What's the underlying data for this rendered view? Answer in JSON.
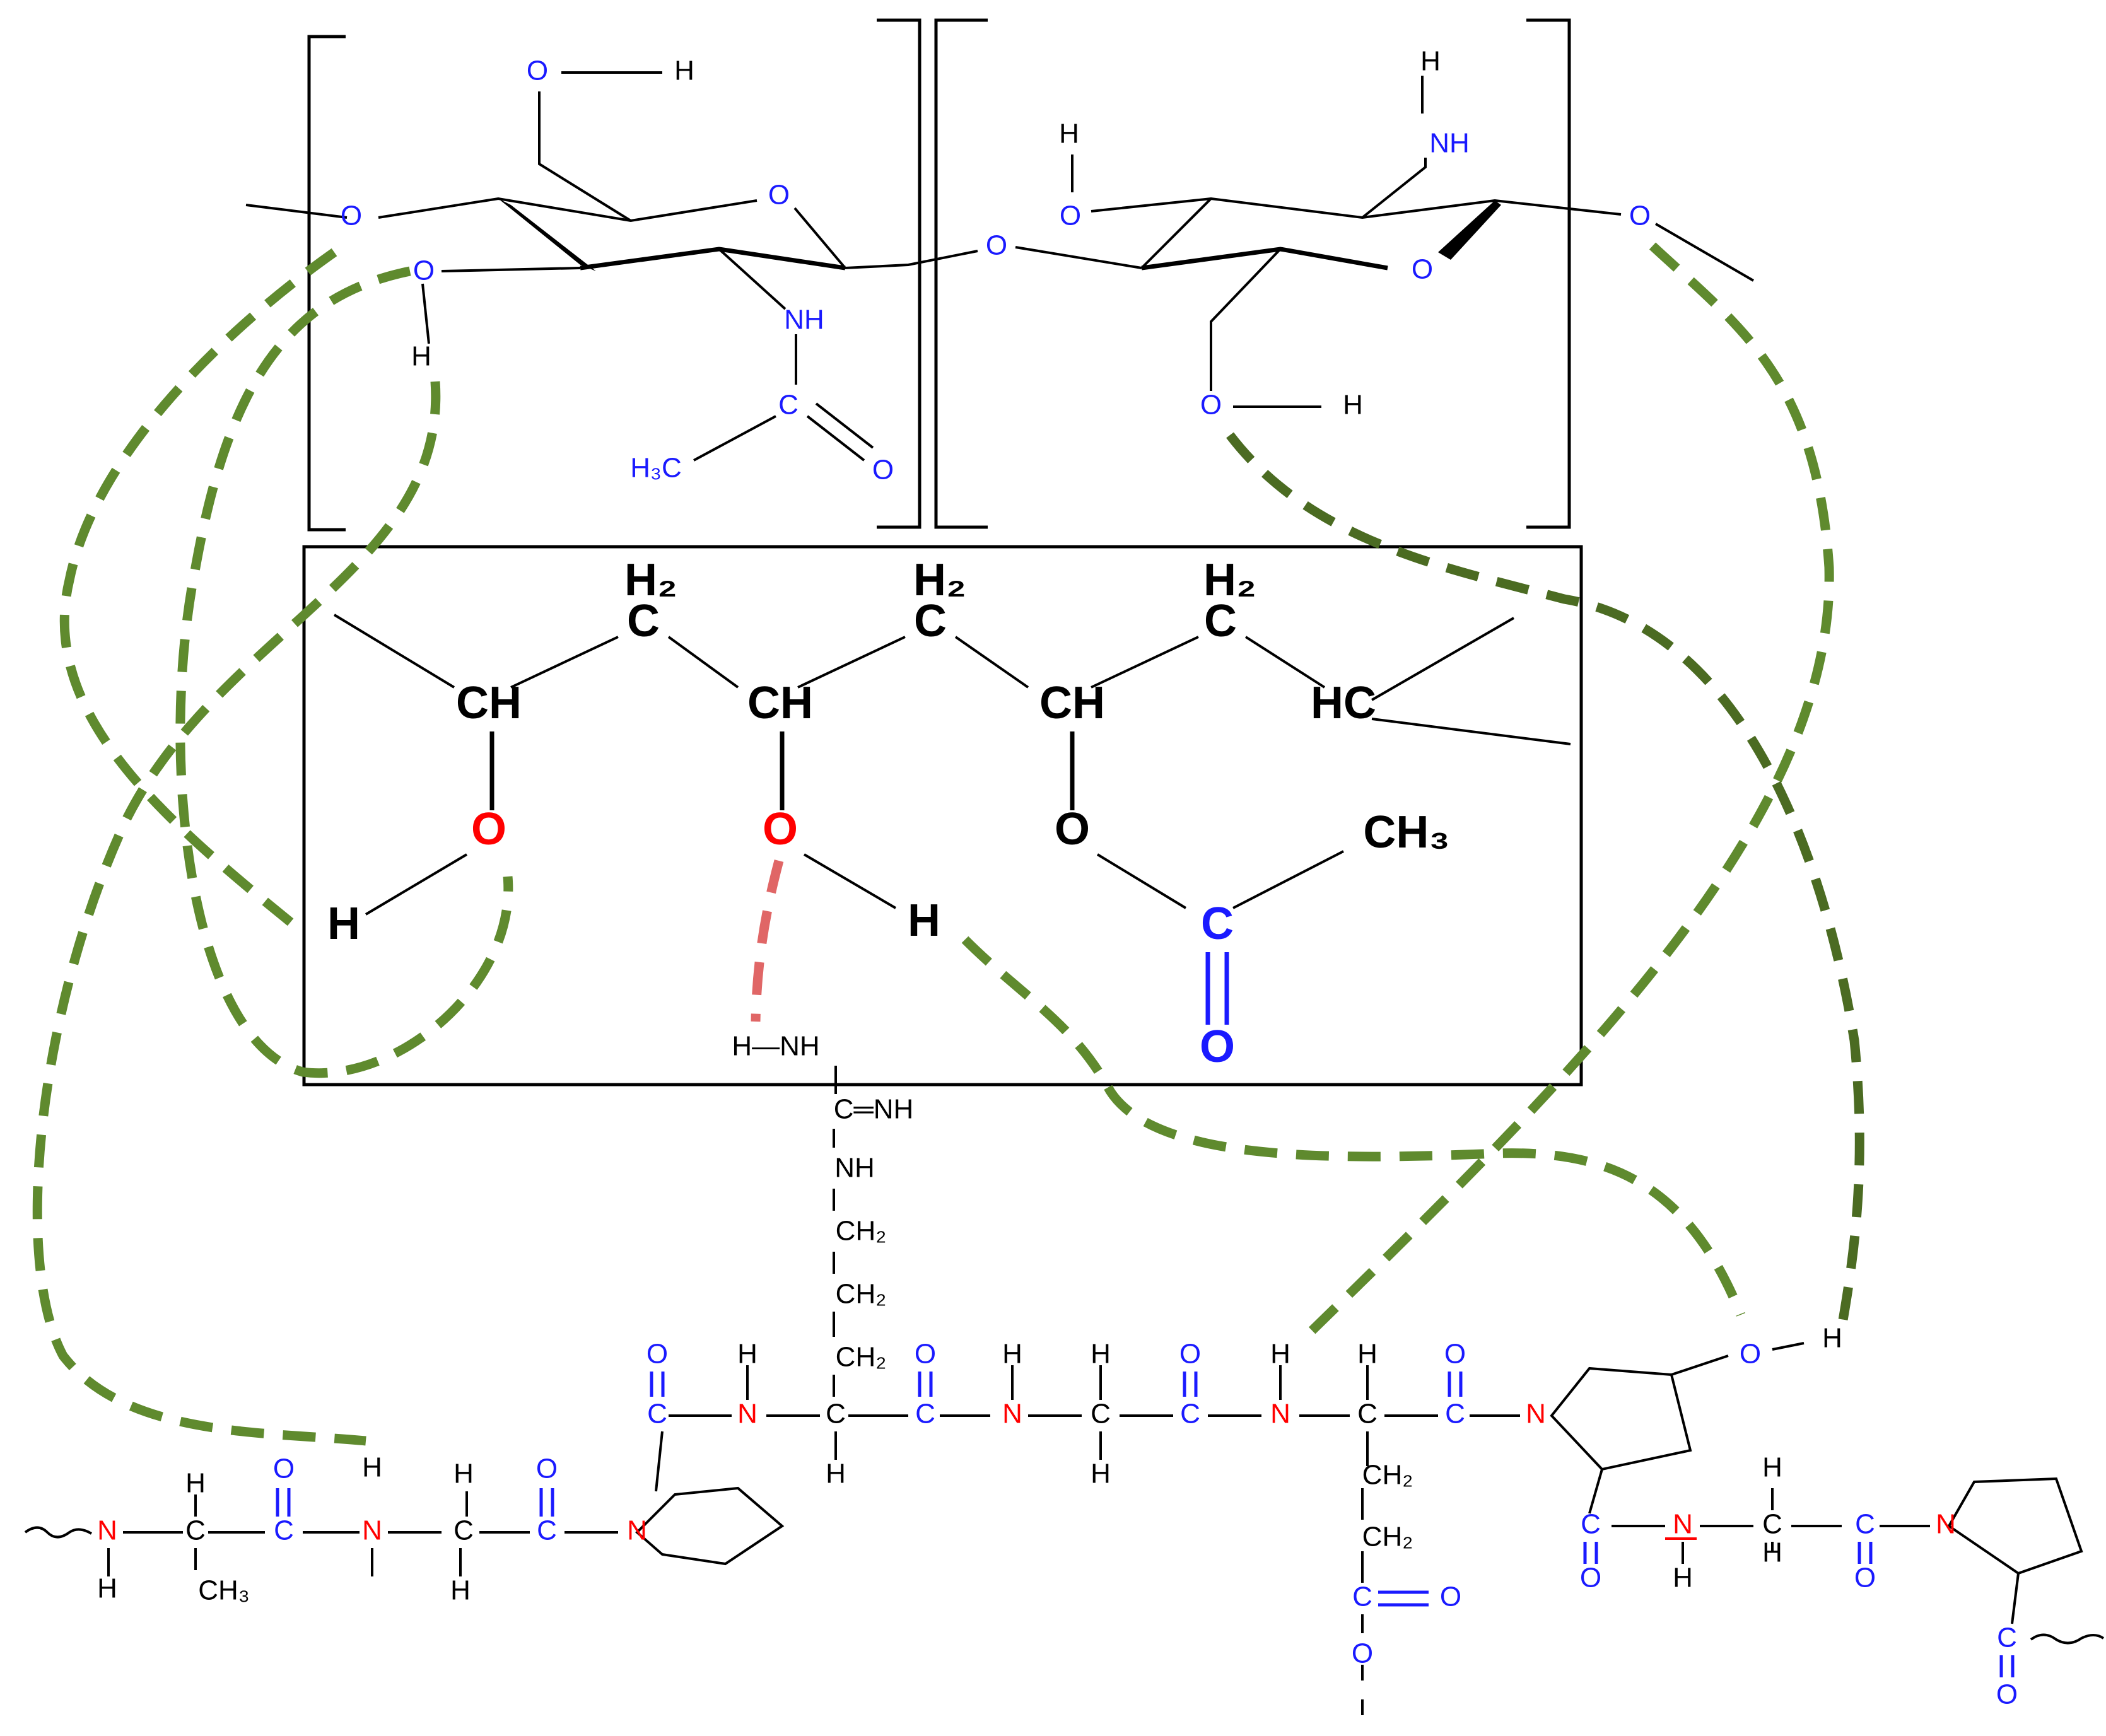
{
  "colors": {
    "bond": "#000000",
    "oxygen_nitrogen_label": "#1a1aff",
    "highlight_atom": "#ff0000",
    "hydrogen_bond": "#5f8a2e",
    "ionic_interaction": "#e06666"
  },
  "chitosan": {
    "left_unit": {
      "o_top": "O",
      "h_top": "H",
      "o_bridge_left": "O",
      "o_ring": "O",
      "o_hydroxyl": "O",
      "h_hydroxyl": "H",
      "nh": "NH",
      "c": "C",
      "o_carbonyl": "O",
      "methyl": "H₃C"
    },
    "glycosidic_o": "O",
    "right_unit": {
      "h_top": "H",
      "nh": "NH",
      "h_oh": "H",
      "o_oh": "O",
      "o_ring": "O",
      "o_bridge_right": "O",
      "o_bottom": "O",
      "h_bottom": "H"
    }
  },
  "pva": {
    "h2": [
      "H₂",
      "H₂",
      "H₂"
    ],
    "c": [
      "C",
      "C",
      "C"
    ],
    "ch": [
      "CH",
      "CH",
      "CH",
      "HC"
    ],
    "o": [
      "O",
      "O",
      "O"
    ],
    "h": [
      "H",
      "H"
    ],
    "acetyl_c": "C",
    "acetyl_ch3": "CH₃",
    "acetyl_o": "O"
  },
  "arginine": {
    "h_nh": "H—NH",
    "c_nh": "C═NH",
    "nh": "NH",
    "ch2": [
      "CH₂",
      "CH₂",
      "CH₂"
    ]
  },
  "collagen": {
    "chain1": {
      "n": "N",
      "nh_h": "H",
      "ch": "H",
      "c_alpha": "C",
      "ch3": "CH₃",
      "co_c": "C",
      "co_o": "O",
      "n2": "N",
      "n2_h": "H",
      "c2": "C",
      "c2_h_top": "H",
      "c2_h_bot": "H",
      "co2_c": "C",
      "co2_o": "O",
      "pro_n": "N"
    },
    "chain2": {
      "co_o": "O",
      "co_c": "C",
      "n_h": "H",
      "n": "N",
      "c_alpha": "C",
      "c_h": "H",
      "co2_o": "O",
      "co2_c": "C",
      "n2_h": "H",
      "n2": "N",
      "c2_h_top": "H",
      "c2": "C",
      "c2_h_bot": "H",
      "co3_o": "O",
      "co3_c": "C",
      "n3_h": "H",
      "n3": "N",
      "c3_h": "H",
      "c3": "C",
      "co4_o": "O",
      "co4_c": "C",
      "pro_n": "N"
    },
    "glu": {
      "ch2": [
        "CH₂",
        "CH₂"
      ],
      "c": "C",
      "o_dbl": "O",
      "o_single": "O"
    },
    "hyp": {
      "o": "O",
      "h": "H"
    },
    "chain3": {
      "c": "C",
      "o": "O",
      "n": "N",
      "n_h": "H",
      "c2_h": "H",
      "c2": "C",
      "c2_h_bot": "H",
      "co_c": "C",
      "co_o": "O",
      "pro_n": "N",
      "end_c": "C",
      "end_o": "O"
    }
  }
}
